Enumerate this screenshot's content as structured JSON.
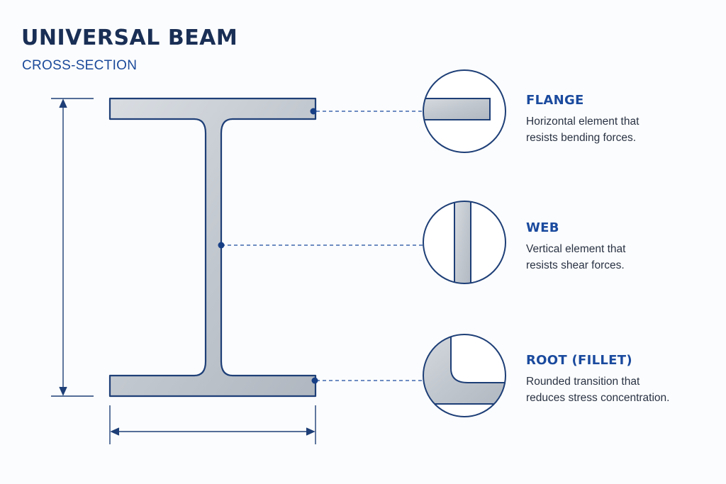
{
  "header": {
    "title": "UNIVERSAL BEAM",
    "subtitle": "CROSS-SECTION"
  },
  "callouts": [
    {
      "title": "FLANGE",
      "desc_line1": "Horizontal element that",
      "desc_line2": "resists bending forces."
    },
    {
      "title": "WEB",
      "desc_line1": "Vertical element that",
      "desc_line2": "resists shear forces."
    },
    {
      "title": "ROOT (FILLET)",
      "desc_line1": "Rounded transition that",
      "desc_line2": "reduces stress concentration."
    }
  ],
  "colors": {
    "outline": "#1e3f77",
    "accent": "#1a4a9e",
    "steel_light": "#d3d8de",
    "steel_dark": "#a9b0b9"
  }
}
